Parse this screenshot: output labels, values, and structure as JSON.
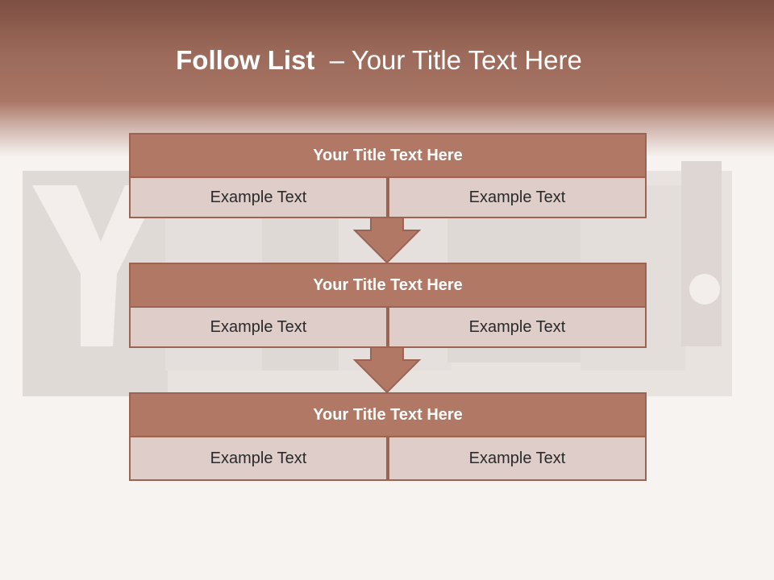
{
  "slide": {
    "title_bold": "Follow List",
    "title_rest": "  – Your Title Text Here"
  },
  "steps": [
    {
      "title": "Your Title Text Here",
      "left": "Example Text",
      "right": "Example Text"
    },
    {
      "title": "Your Title Text Here",
      "left": "Example Text",
      "right": "Example Text"
    },
    {
      "title": "Your Title Text Here",
      "left": "Example Text",
      "right": "Example Text"
    }
  ],
  "colors": {
    "header": "#a87565",
    "box_title": "#b07865",
    "box_cell": "#dfcdca",
    "border": "#9b6452",
    "arrow": "#b07865"
  }
}
